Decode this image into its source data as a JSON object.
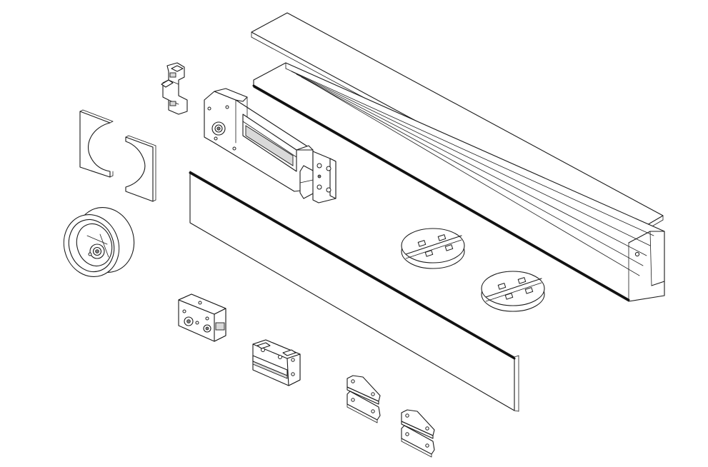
{
  "diagram": {
    "kind": "exploded-assembly",
    "components": [
      "top-cover-plate",
      "main-channel-profile",
      "front-cover-plate",
      "door-closer-body",
      "mounting-clip",
      "left-end-cap-piece",
      "right-end-cap-piece",
      "spindle-pulley",
      "arm-bracket-block",
      "slide-block",
      "round-shoe-upper",
      "round-shoe-lower",
      "angle-plate-pair-left",
      "angle-plate-pair-right"
    ],
    "colors": {
      "line": "#1a1a1a",
      "background": "#ffffff",
      "shade": "#d9d9d9"
    }
  }
}
